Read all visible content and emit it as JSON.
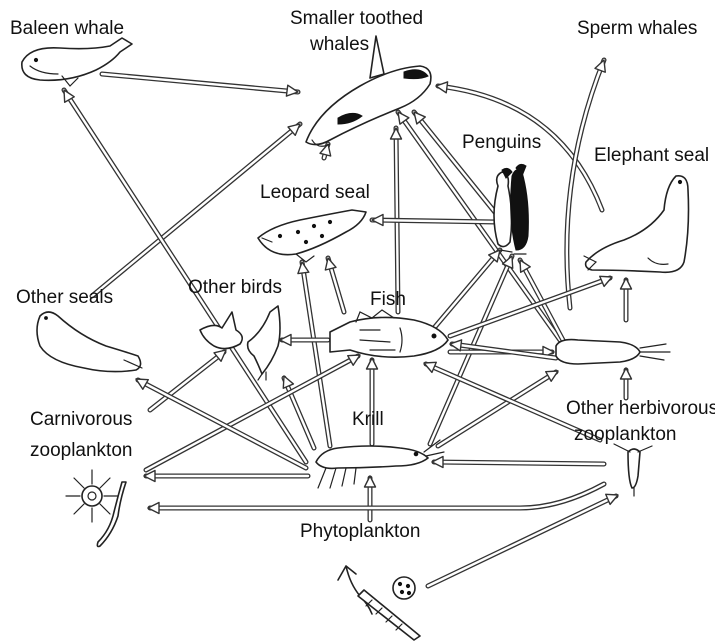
{
  "organisms": {
    "baleen_whale": "Baleen whale",
    "smaller_toothed_whales_1": "Smaller toothed",
    "smaller_toothed_whales_2": "whales",
    "sperm_whales": "Sperm whales",
    "penguins": "Penguins",
    "elephant_seal": "Elephant seal",
    "leopard_seal": "Leopard seal",
    "other_seals": "Other seals",
    "other_birds": "Other birds",
    "fish": "Fish",
    "krill": "Krill",
    "carnivorous_zooplankton_1": "Carnivorous",
    "carnivorous_zooplankton_2": "zooplankton",
    "other_herbivorous_zooplankton_1": "Other herbivorous",
    "other_herbivorous_zooplankton_2": "zooplankton",
    "phytoplankton": "Phytoplankton"
  }
}
